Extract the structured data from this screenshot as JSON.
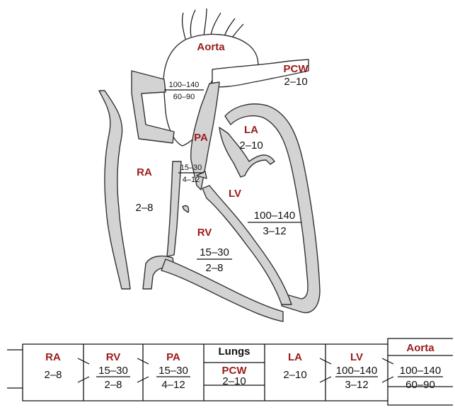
{
  "colors": {
    "label_red": "#9b1b1b",
    "wall_gray": "#d3d3d3",
    "outline": "#333333",
    "text": "#111111"
  },
  "heart": {
    "aorta": {
      "label": "Aorta",
      "systolic": "100–140",
      "diastolic": "60–90"
    },
    "pcw": {
      "label": "PCW",
      "value": "2–10"
    },
    "pa": {
      "label": "PA",
      "systolic": "15–30",
      "diastolic": "4–12"
    },
    "la": {
      "label": "LA",
      "value": "2–10"
    },
    "ra": {
      "label": "RA",
      "value": "2–8"
    },
    "lv": {
      "label": "LV",
      "systolic": "100–140",
      "diastolic": "3–12"
    },
    "rv": {
      "label": "RV",
      "systolic": "15–30",
      "diastolic": "2–8"
    }
  },
  "flow": {
    "ra": {
      "label": "RA",
      "value": "2–8"
    },
    "rv": {
      "label": "RV",
      "systolic": "15–30",
      "diastolic": "2–8"
    },
    "pa": {
      "label": "PA",
      "systolic": "15–30",
      "diastolic": "4–12"
    },
    "lungs": {
      "label": "Lungs"
    },
    "pcw": {
      "label": "PCW",
      "value": "2–10"
    },
    "la": {
      "label": "LA",
      "value": "2–10"
    },
    "lv": {
      "label": "LV",
      "systolic": "100–140",
      "diastolic": "3–12"
    },
    "aorta": {
      "label": "Aorta",
      "systolic": "100–140",
      "diastolic": "60–90"
    }
  }
}
